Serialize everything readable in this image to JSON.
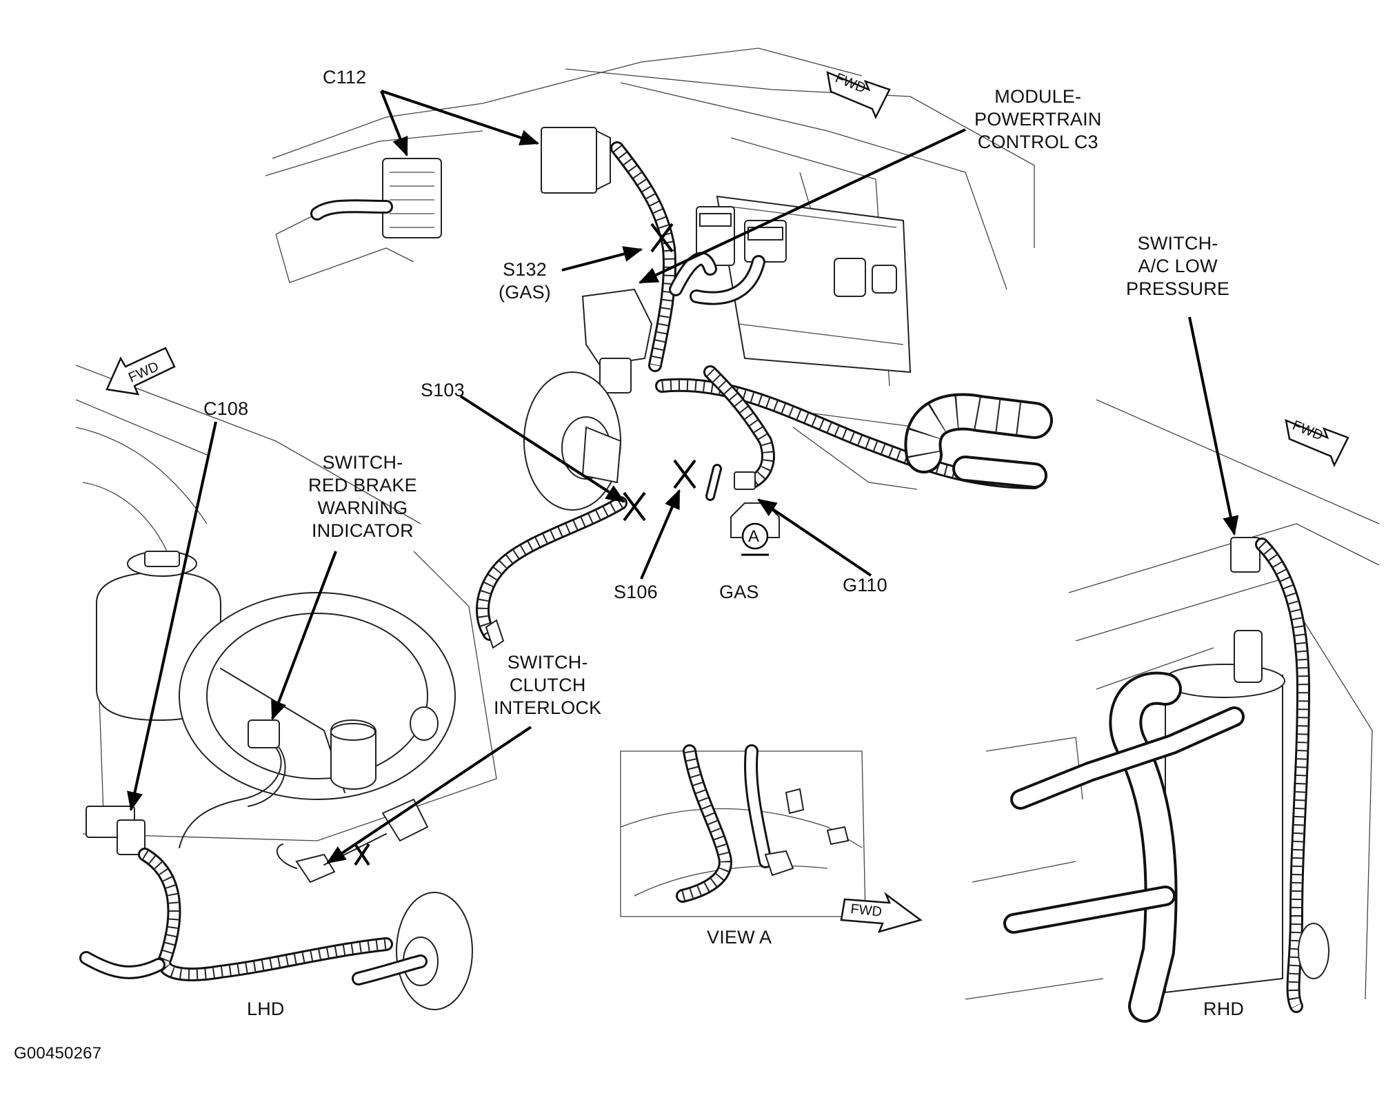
{
  "labels": {
    "c112": "C112",
    "module_powertrain": [
      "MODULE-",
      "POWERTRAIN",
      "CONTROL C3"
    ],
    "s132": [
      "S132",
      "(GAS)"
    ],
    "switch_ac": [
      "SWITCH-",
      "A/C LOW",
      "PRESSURE"
    ],
    "s103": "S103",
    "c108": "C108",
    "switch_red_brake": [
      "SWITCH-",
      "RED BRAKE",
      "WARNING",
      "INDICATOR"
    ],
    "s106": "S106",
    "gas": "GAS",
    "g110": "G110",
    "switch_clutch": [
      "SWITCH-",
      "CLUTCH",
      "INTERLOCK"
    ],
    "view_a": "VIEW A",
    "lhd": "LHD",
    "rhd": "RHD",
    "figure_id": "G00450267",
    "view_marker": "A"
  },
  "fwd_arrows": [
    "FWD",
    "FWD",
    "FWD",
    "FWD"
  ]
}
